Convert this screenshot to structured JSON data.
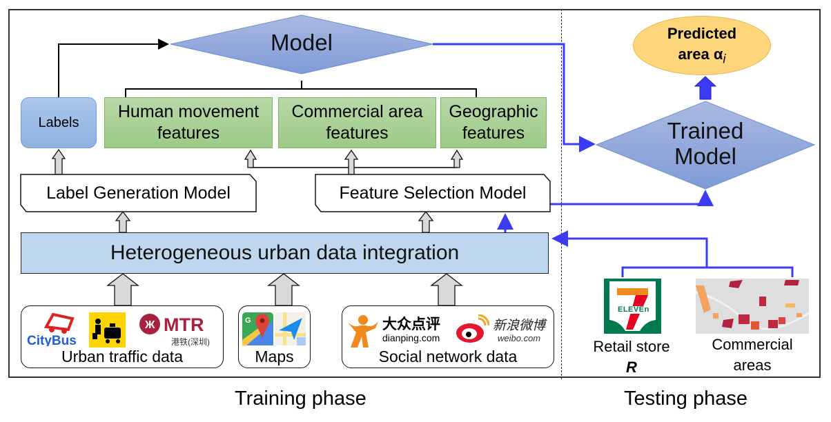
{
  "training": {
    "model_label": "Model",
    "labels_box": "Labels",
    "features": [
      {
        "label": "Human movement features"
      },
      {
        "label": "Commercial area features"
      },
      {
        "label": "Geographic features"
      }
    ],
    "label_generation": "Label Generation Model",
    "feature_selection": "Feature Selection Model",
    "integration": "Heterogeneous urban data integration",
    "sources": [
      {
        "label": "Urban traffic data",
        "logos": [
          "CityBus",
          "taxi-icon",
          "MTR"
        ],
        "mtr_sub": "港铁(深圳)"
      },
      {
        "label": "Maps",
        "logos": [
          "google-maps-icon",
          "navigation-maps-icon"
        ]
      },
      {
        "label": "Social network data",
        "logos": [
          "dianping",
          "weibo"
        ],
        "dianping_cn": "大众点评",
        "dianping_url": "dianping.com",
        "weibo_cn": "新浪微博",
        "weibo_url": "weibo.com"
      }
    ],
    "phase_label": "Training phase"
  },
  "testing": {
    "predicted_line1": "Predicted",
    "predicted_line2": "area α",
    "predicted_sub": "i",
    "trained_model_line1": "Trained",
    "trained_model_line2": "Model",
    "retail_label": "Retail store",
    "retail_symbol": "R",
    "retail_logo_text": "ELEVEn",
    "commercial_line1": "Commercial",
    "commercial_line2": "areas",
    "phase_label": "Testing phase"
  },
  "colors": {
    "flow_blue": "#3b3bf5",
    "diamond": "#8fa8dc",
    "feature_green": "#a9d18e",
    "integration_blue": "#bdd7ee",
    "predicted_orange": "#ffd36e"
  }
}
